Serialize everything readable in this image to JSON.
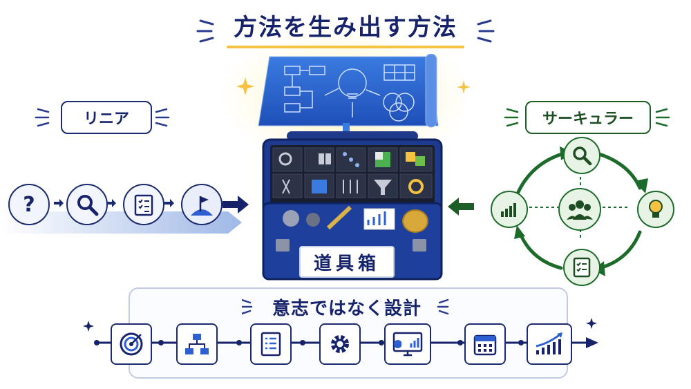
{
  "title": "方法を生み出す方法",
  "left": {
    "label": "リニア"
  },
  "right": {
    "label": "サーキュラー"
  },
  "toolbox": {
    "label": "道具箱"
  },
  "bottom": {
    "label": "意志ではなく設計"
  },
  "linear_steps": [
    "question-icon",
    "magnifier-icon",
    "checklist-icon",
    "goal-flag-icon"
  ],
  "circular_nodes": [
    "search-icon",
    "lightbulb-icon",
    "checklist-icon",
    "bar-chart-icon",
    "team-icon"
  ],
  "process_steps": [
    "target-icon",
    "flowchart-icon",
    "list-icon",
    "gear-icon",
    "monitor-chart-icon",
    "calendar-icon",
    "growth-chart-icon"
  ],
  "colors": {
    "navy": "#16236b",
    "green": "#1d6b2a",
    "blue": "#2e5fd1",
    "gold": "#f5c242"
  }
}
